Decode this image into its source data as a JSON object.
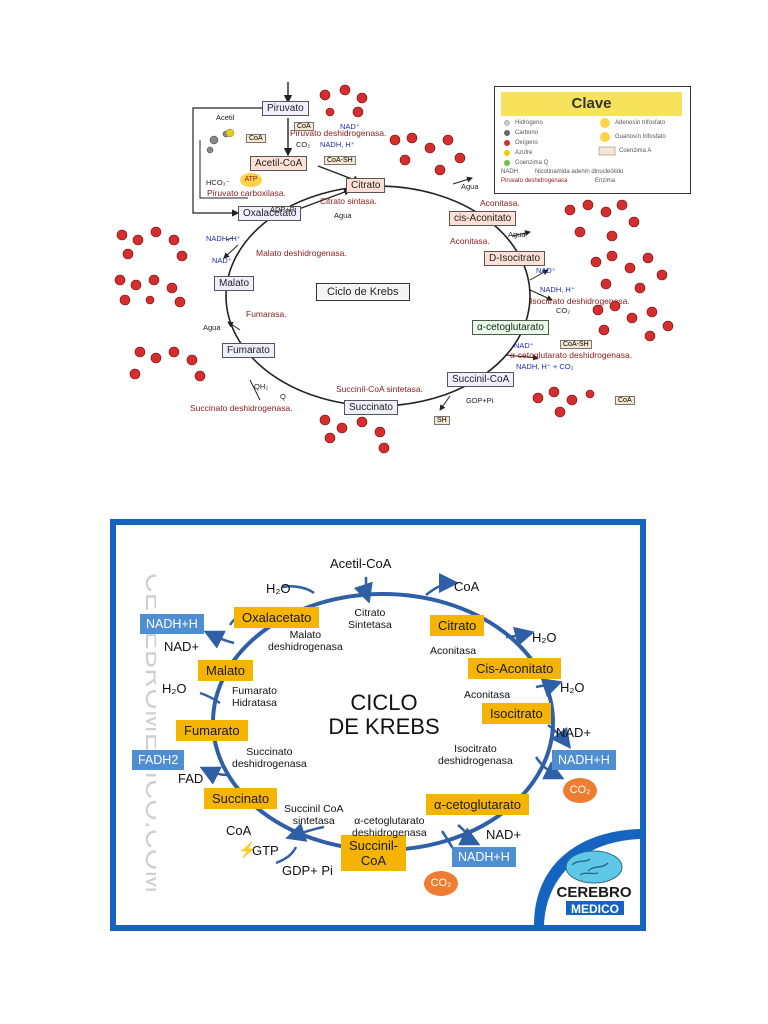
{
  "top": {
    "title": "Ciclo de Krebs",
    "nodes": {
      "piruvato": "Piruvato",
      "acetil_coa": "Acetil-CoA",
      "citrato": "Citrato",
      "cis_aconitato": "cis-Aconitato",
      "d_isocitrato": "D-Isocitrato",
      "alfa_ceto": "α-cetoglutarato",
      "succinil": "Succinil-CoA",
      "succinato": "Succinato",
      "fumarato": "Fumarato",
      "malato": "Malato",
      "oxalacetato": "Oxalacetato"
    },
    "enzymes": {
      "piruvato_desh": "Piruvato deshidrogenasa.",
      "piruvato_carb": "Piruvato carboxilasa.",
      "citrato_sintasa": "Citrato sintasa.",
      "aconitasa1": "Aconitasa.",
      "aconitasa2": "Aconitasa.",
      "isocitrato_desh": "Isocitrato deshidrogenasa.",
      "alfa_desh": "α-cetoglutarato deshidrogenasa.",
      "succinil_sint": "Succinil-CoA sintetasa.",
      "succinato_desh": "Succinato deshidrogenasa.",
      "fumarasa": "Fumarasa.",
      "malato_desh": "Malato deshidrogenasa."
    },
    "small": {
      "acetil": "Acetil",
      "agua": "Agua",
      "nad": "NAD⁺",
      "nadh": "NADH, H⁺",
      "co2": "CO₂",
      "hco3": "HCO₃⁻",
      "atp": "ATP",
      "adp": "ADP+Pi",
      "gdp": "GDP+Pi",
      "coa": "CoA",
      "coa_sh": "CoA-SH",
      "sh": "SH",
      "nadh_co2": "NADH, H⁺ + CO₂",
      "q": "Q",
      "qh2": "QH₂"
    },
    "clave": {
      "title": "Clave",
      "items": [
        "Hidrógeno",
        "Carbono",
        "Oxígeno",
        "Azufre",
        "Coenzima Q",
        "NADH",
        "Piruvato deshidrogenasa",
        "Adenosín trifosfato",
        "Guanosín trifosfato",
        "Coenzima A",
        "Nicotinamida adenín dinucleótido",
        "Enzima"
      ]
    }
  },
  "bottom": {
    "title_line1": "CICLO",
    "title_line2": "DE KREBS",
    "watermark": "CEREBROMEDICO.COM",
    "logo_line1": "CEREBRO",
    "logo_line2": "MEDICO",
    "nodes": {
      "oxalacetato": "Oxalacetato",
      "citrato": "Citrato",
      "cis_aconitato": "Cis-Aconitato",
      "isocitrato": "Isocitrato",
      "alfa": "α-cetoglutarato",
      "succinil_1": "Succinil-",
      "succinil_2": "CoA",
      "succinato": "Succinato",
      "fumarato": "Fumarato",
      "malato": "Malato"
    },
    "enzymes": {
      "citrato_sintetasa_1": "Citrato",
      "citrato_sintetasa_2": "Sintetasa",
      "aconitasa_1": "Aconitasa",
      "aconitasa_2": "Aconitasa",
      "isocitrato_1": "Isocitrato",
      "isocitrato_2": "deshidrogenasa",
      "alfa_1": "α-cetoglutarato",
      "alfa_2": "deshidrogenasa",
      "succinil_1": "Succinil CoA",
      "succinil_2": "sintetasa",
      "succinato_1": "Succinato",
      "succinato_2": "deshidrogenasa",
      "fumarato_1": "Fumarato",
      "fumarato_2": "Hidratasa",
      "malato_1": "Malato",
      "malato_2": "deshidrogenasa"
    },
    "labels": {
      "acetil_coa": "Acetil-CoA",
      "h2o_top": "H₂O",
      "coa_top": "CoA",
      "h2o_citrato": "H₂O",
      "h2o_cis": "H₂O",
      "nad_iso": "NAD+",
      "nadh_iso": "NADH+H",
      "co2_iso": "CO₂",
      "nad_alfa": "NAD+",
      "nadh_alfa": "NADH+H",
      "co2_alfa": "CO₂",
      "coa_suc": "CoA",
      "gtp": "GTP",
      "gdp": "GDP+ Pi",
      "fad": "FAD",
      "fadh2": "FADH2",
      "h2o_fum": "H₂O",
      "nad_mal": "NAD+",
      "nadh_mal": "NADH+H"
    }
  }
}
